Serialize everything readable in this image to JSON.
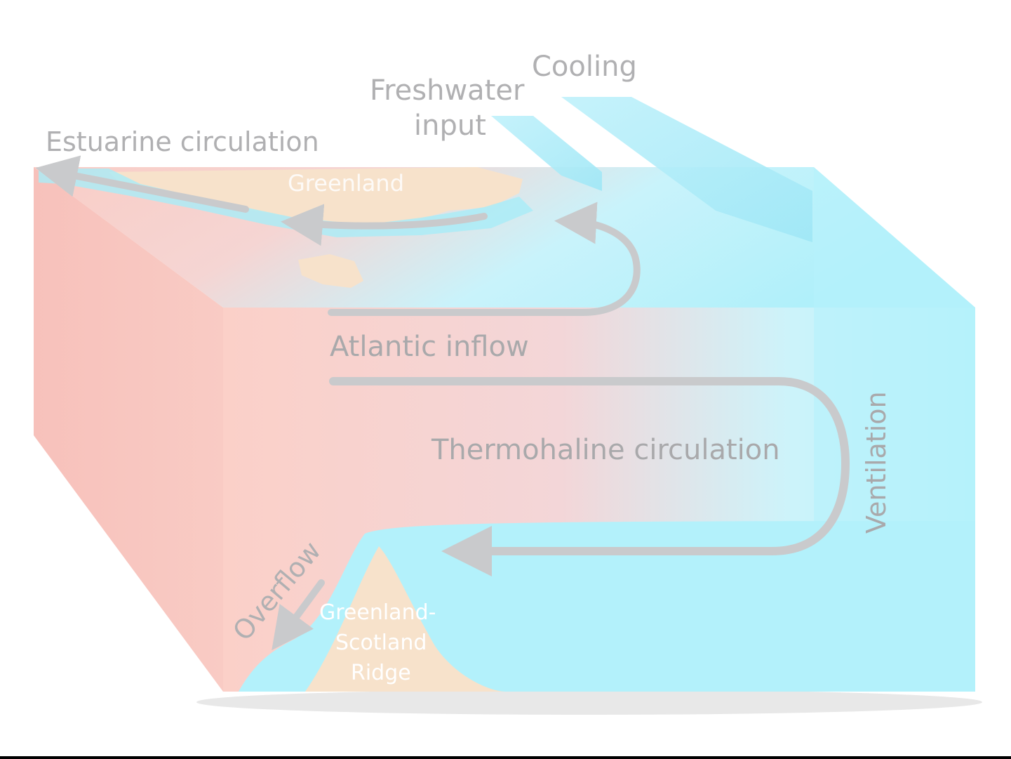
{
  "labels": {
    "cooling": "Cooling",
    "freshwater_line1": "Freshwater",
    "freshwater_line2": "input",
    "estuarine": "Estuarine circulation",
    "greenland": "Greenland",
    "atlantic_inflow": "Atlantic inflow",
    "thermohaline": "Thermohaline circulation",
    "ventilation": "Ventilation",
    "overflow": "Overflow",
    "ridge_line1": "Greenland-",
    "ridge_line2": "Scotland",
    "ridge_line3": "Ridge"
  },
  "colors": {
    "warm_water": "#f9c8c2",
    "cold_water": "#b3f1fb",
    "cold_water_deep": "#9eecf8",
    "land": "#f7e2cb",
    "arrow": "#c9cacc",
    "label_text": "#a9a9ab",
    "label_text_light": "#ffffff"
  }
}
